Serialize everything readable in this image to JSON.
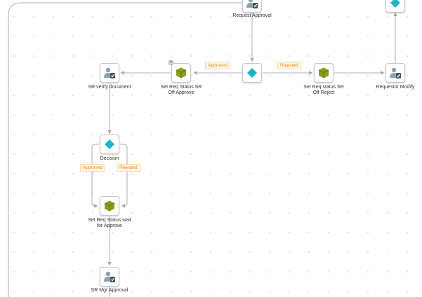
{
  "colors": {
    "connector": "#b3b3b3",
    "decision": "#1bb7c4",
    "task_box": "#8e9c1e",
    "user_icon": "#8fa0ab",
    "check_badge": "#3d5566",
    "tag_text": "#e88a0a"
  },
  "nodes": {
    "request_approval": {
      "label": "Request Approval",
      "icon": "user-approval-icon"
    },
    "top_right_decision": {
      "label": "",
      "icon": "decision-diamond-icon"
    },
    "main_decision": {
      "label": "",
      "icon": "decision-diamond-icon"
    },
    "set_req_status_off_approve": {
      "label_line1": "Set Req Status SR",
      "label_line2": "Off Approve",
      "icon": "task-box-icon"
    },
    "set_req_status_off_reject": {
      "label_line1": "Set Req status SR",
      "label_line2": "Off Reject",
      "icon": "task-box-icon"
    },
    "requestor_modify": {
      "label": "Requestor Modify",
      "icon": "user-approval-icon"
    },
    "sr_verify_document": {
      "label": "SR verify document",
      "icon": "user-approval-icon"
    },
    "decision": {
      "label": "Decision",
      "icon": "decision-diamond-icon"
    },
    "set_req_status_wait": {
      "label_line1": "Set Req Status wait",
      "label_line2": "for Approve",
      "icon": "task-box-icon"
    },
    "sr_mgr_approval": {
      "label": "SR Mgr Approval",
      "icon": "user-approval-icon"
    }
  },
  "edges": {
    "main_approved": "Approved",
    "main_rejected": "Rejected",
    "decision_approved": "Approved",
    "decision_rejected": "Rejected"
  }
}
